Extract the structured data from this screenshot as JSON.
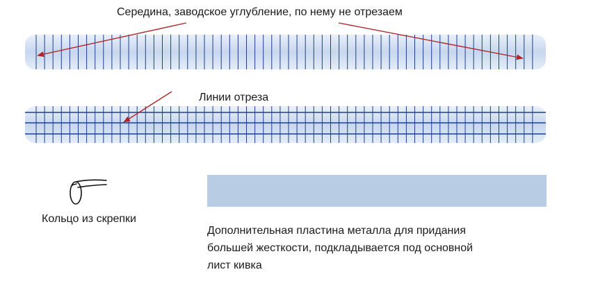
{
  "labels": {
    "middle_groove": "Середина, заводское углубление,  по нему не отрезаем",
    "cut_lines": "Линии отреза",
    "clip_ring": "Кольцо из скрепки",
    "extra_plate": [
      "Дополнительная пластина металла для придания",
      "большей жесткости, подкладывается  под основной",
      "лист кивка"
    ]
  },
  "colors": {
    "strip_fill_light": "#eaf0f9",
    "strip_fill_mid": "#cbd9ee",
    "strip_line": "#1f3f8c",
    "arrow": "#b0262a",
    "plate_fill": "#b8cce4"
  },
  "icons": {
    "ring": "paperclip-ring-icon",
    "arrow": "red-arrow"
  }
}
